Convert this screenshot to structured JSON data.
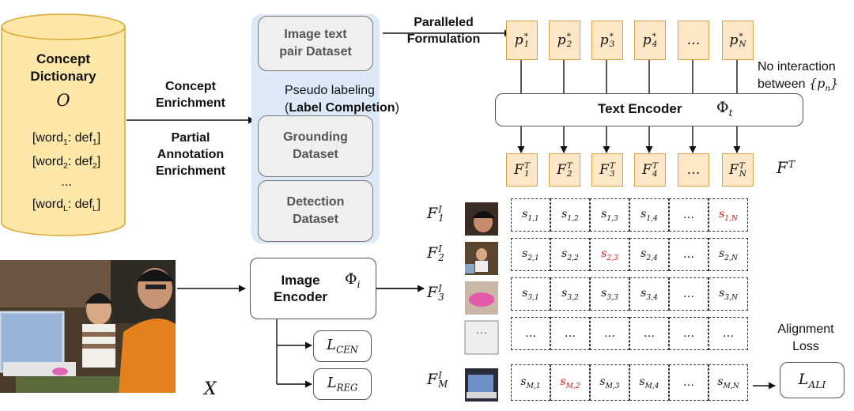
{
  "dictionary": {
    "title_line1": "Concept",
    "title_line2": "Dictionary",
    "symbol": "O",
    "entries": [
      {
        "word": "word",
        "wsub": "1",
        "def": "def",
        "dsub": "1"
      },
      {
        "word": "word",
        "wsub": "2",
        "def": "def",
        "dsub": "2"
      },
      {
        "ellipsis": "..."
      },
      {
        "word": "word",
        "wsub": "L",
        "def": "def",
        "dsub": "L"
      }
    ]
  },
  "labels": {
    "concept_enrichment_1": "Concept",
    "concept_enrichment_2": "Enrichment",
    "partial_1": "Partial",
    "partial_2": "Annotation",
    "partial_3": "Enrichment",
    "paralleled_1": "Paralleled",
    "paralleled_2": "Formulation",
    "pseudo_1": "Pseudo labeling",
    "pseudo_2_open": "(",
    "pseudo_2_bold": "Label Completion",
    "pseudo_2_close": ")",
    "no_interaction_1": "No interaction",
    "no_interaction_2": "between",
    "no_interaction_math": "{p_n}",
    "alignment_1": "Alignment",
    "alignment_2": "Loss",
    "x_label": "X"
  },
  "datasets": {
    "image_text_1": "Image text",
    "image_text_2": "pair Dataset",
    "grounding_1": "Grounding",
    "grounding_2": "Dataset",
    "detection_1": "Detection",
    "detection_2": "Dataset"
  },
  "prompts": [
    "p*1",
    "p*2",
    "p*3",
    "p*4",
    "…",
    "p*N"
  ],
  "text_encoder": {
    "label": "Text Encoder",
    "symbol": "Φt"
  },
  "text_features": [
    "F^T_1",
    "F^T_2",
    "F^T_3",
    "F^T_4",
    "…",
    "F^T_N"
  ],
  "text_feature_symbol": "F^T",
  "image_encoder": {
    "label_1": "Image",
    "label_2": "Encoder",
    "symbol": "Φi"
  },
  "losses": {
    "cen": "L_CEN",
    "reg": "L_REG",
    "ali": "L_ALI"
  },
  "image_features": [
    "F^I_1",
    "F^I_2",
    "F^I_3",
    "…",
    "F^I_M"
  ],
  "grid": {
    "rows": [
      [
        "s1,1",
        "s1,2",
        "s1,3",
        "s1,4",
        "…",
        "s1,N"
      ],
      [
        "s2,1",
        "s2,2",
        "s2,3",
        "s2,4",
        "…",
        "s2,N"
      ],
      [
        "s3,1",
        "s3,2",
        "s3,3",
        "s3,4",
        "…",
        "s3,N"
      ],
      [
        "…",
        "…",
        "…",
        "…",
        "…",
        "…"
      ],
      [
        "sM,1",
        "sM,2",
        "sM,3",
        "sM,4",
        "…",
        "sM,N"
      ]
    ],
    "highlighted": [
      [
        0,
        5
      ],
      [
        1,
        2
      ],
      [
        4,
        1
      ]
    ],
    "highlight_color": "#d11111"
  },
  "colors": {
    "dictionary_fill": "#fde7a8",
    "dictionary_stroke": "#d9a62e",
    "panel_fill": "#dce9f8",
    "prompt_fill": "#fde7c6",
    "prompt_stroke": "#d8a24a"
  }
}
